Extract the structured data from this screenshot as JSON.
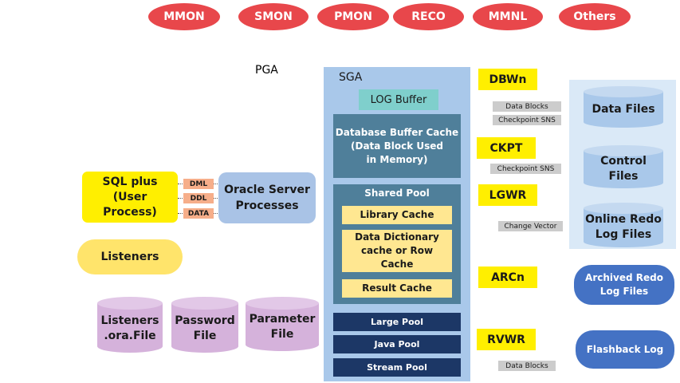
{
  "background_processes": [
    "MMON",
    "SMON",
    "PMON",
    "RECO",
    "MMNL",
    "Others"
  ],
  "pga_label": "PGA",
  "sga": {
    "label": "SGA",
    "log_buffer": "LOG Buffer",
    "db_buffer_cache": [
      "Database Buffer Cache",
      "(Data Block Used",
      "in Memory)"
    ],
    "shared_pool": {
      "title": "Shared Pool",
      "library_cache": "Library Cache",
      "data_dictionary": [
        "Data Dictionary",
        "cache or Row",
        "Cache"
      ],
      "result_cache": "Result Cache"
    },
    "large_pool": "Large Pool",
    "java_pool": "Java Pool",
    "stream_pool": "Stream Pool"
  },
  "sql_plus": [
    "SQL plus",
    "(User",
    "Process)"
  ],
  "sql_ops": [
    "DML",
    "DDL",
    "DATA"
  ],
  "oracle_server": [
    "Oracle Server",
    "Processes"
  ],
  "listeners": "Listeners",
  "config_files": {
    "listeners_ora": [
      "Listeners",
      ".ora.File"
    ],
    "password": [
      "Password",
      "File"
    ],
    "parameter": [
      "Parameter",
      "File"
    ]
  },
  "processes": {
    "dbwn": "DBWn",
    "ckpt": "CKPT",
    "lgwr": "LGWR",
    "arcn": "ARCn",
    "rvwr": "RVWR"
  },
  "tags": {
    "data_blocks": "Data Blocks",
    "checkpoint_sns_1": "Checkpoint SNS",
    "checkpoint_sns_2": "Checkpoint SNS",
    "change_vector": "Change Vector",
    "data_blocks_2": "Data Blocks"
  },
  "files": {
    "data_files": "Data Files",
    "control_files": [
      "Control",
      "Files"
    ],
    "online_redo": [
      "Online Redo",
      "Log Files"
    ],
    "archived_redo": [
      "Archived Redo",
      "Log Files"
    ],
    "flashback_log": "Flashback Log"
  }
}
